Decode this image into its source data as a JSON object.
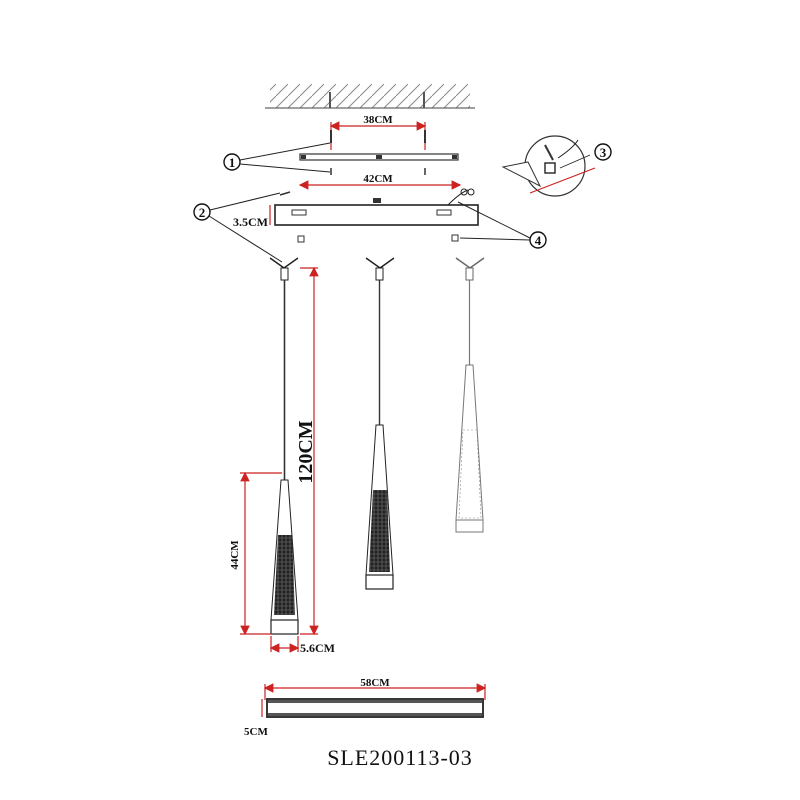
{
  "dimensions": {
    "canopy_hole_spacing": "38CM",
    "bar_hole_spacing": "42CM",
    "bar_height": "3.5CM",
    "drop_length": "120CM",
    "shade_length": "44CM",
    "shade_diameter": "5.6CM",
    "canopy_length": "58CM",
    "canopy_height": "5CM"
  },
  "callouts": [
    "1",
    "2",
    "3",
    "4"
  ],
  "model_code": "SLE200113-03",
  "colors": {
    "dimension": "#cc2222",
    "ink": "#222222"
  }
}
